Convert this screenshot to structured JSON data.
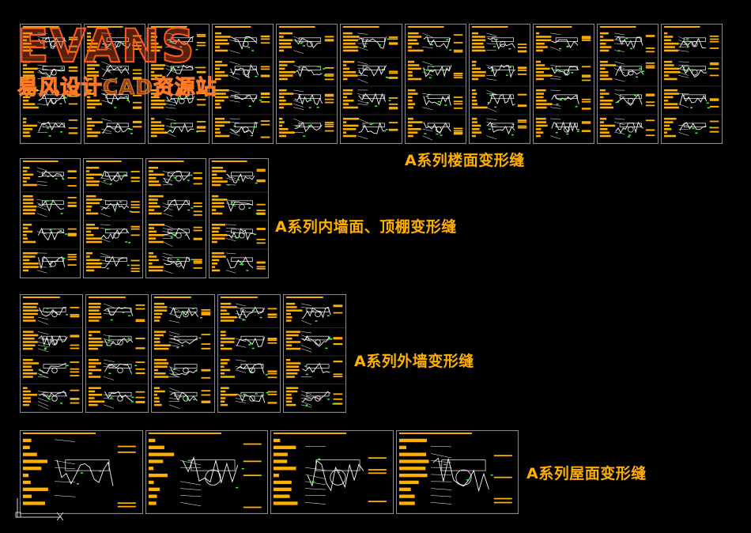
{
  "logo": {
    "main": "EVANS",
    "sub": "易风设计CAD资源站"
  },
  "groups": [
    {
      "id": "floor",
      "caption": "A系列楼面变形缝"
    },
    {
      "id": "inner",
      "caption": "A系列内墙面、顶棚变形缝"
    },
    {
      "id": "outer",
      "caption": "A系列外墙变形缝"
    },
    {
      "id": "roof",
      "caption": "A系列屋面变形缝"
    }
  ],
  "colors": {
    "background": "#000000",
    "caption": "#ffb000",
    "sheet_border": "#8a8a8a",
    "detail_white": "#ffffff",
    "detail_yellow": "#ffb000",
    "detail_green": "#3cff3c",
    "logo": "#ff5a1e"
  }
}
